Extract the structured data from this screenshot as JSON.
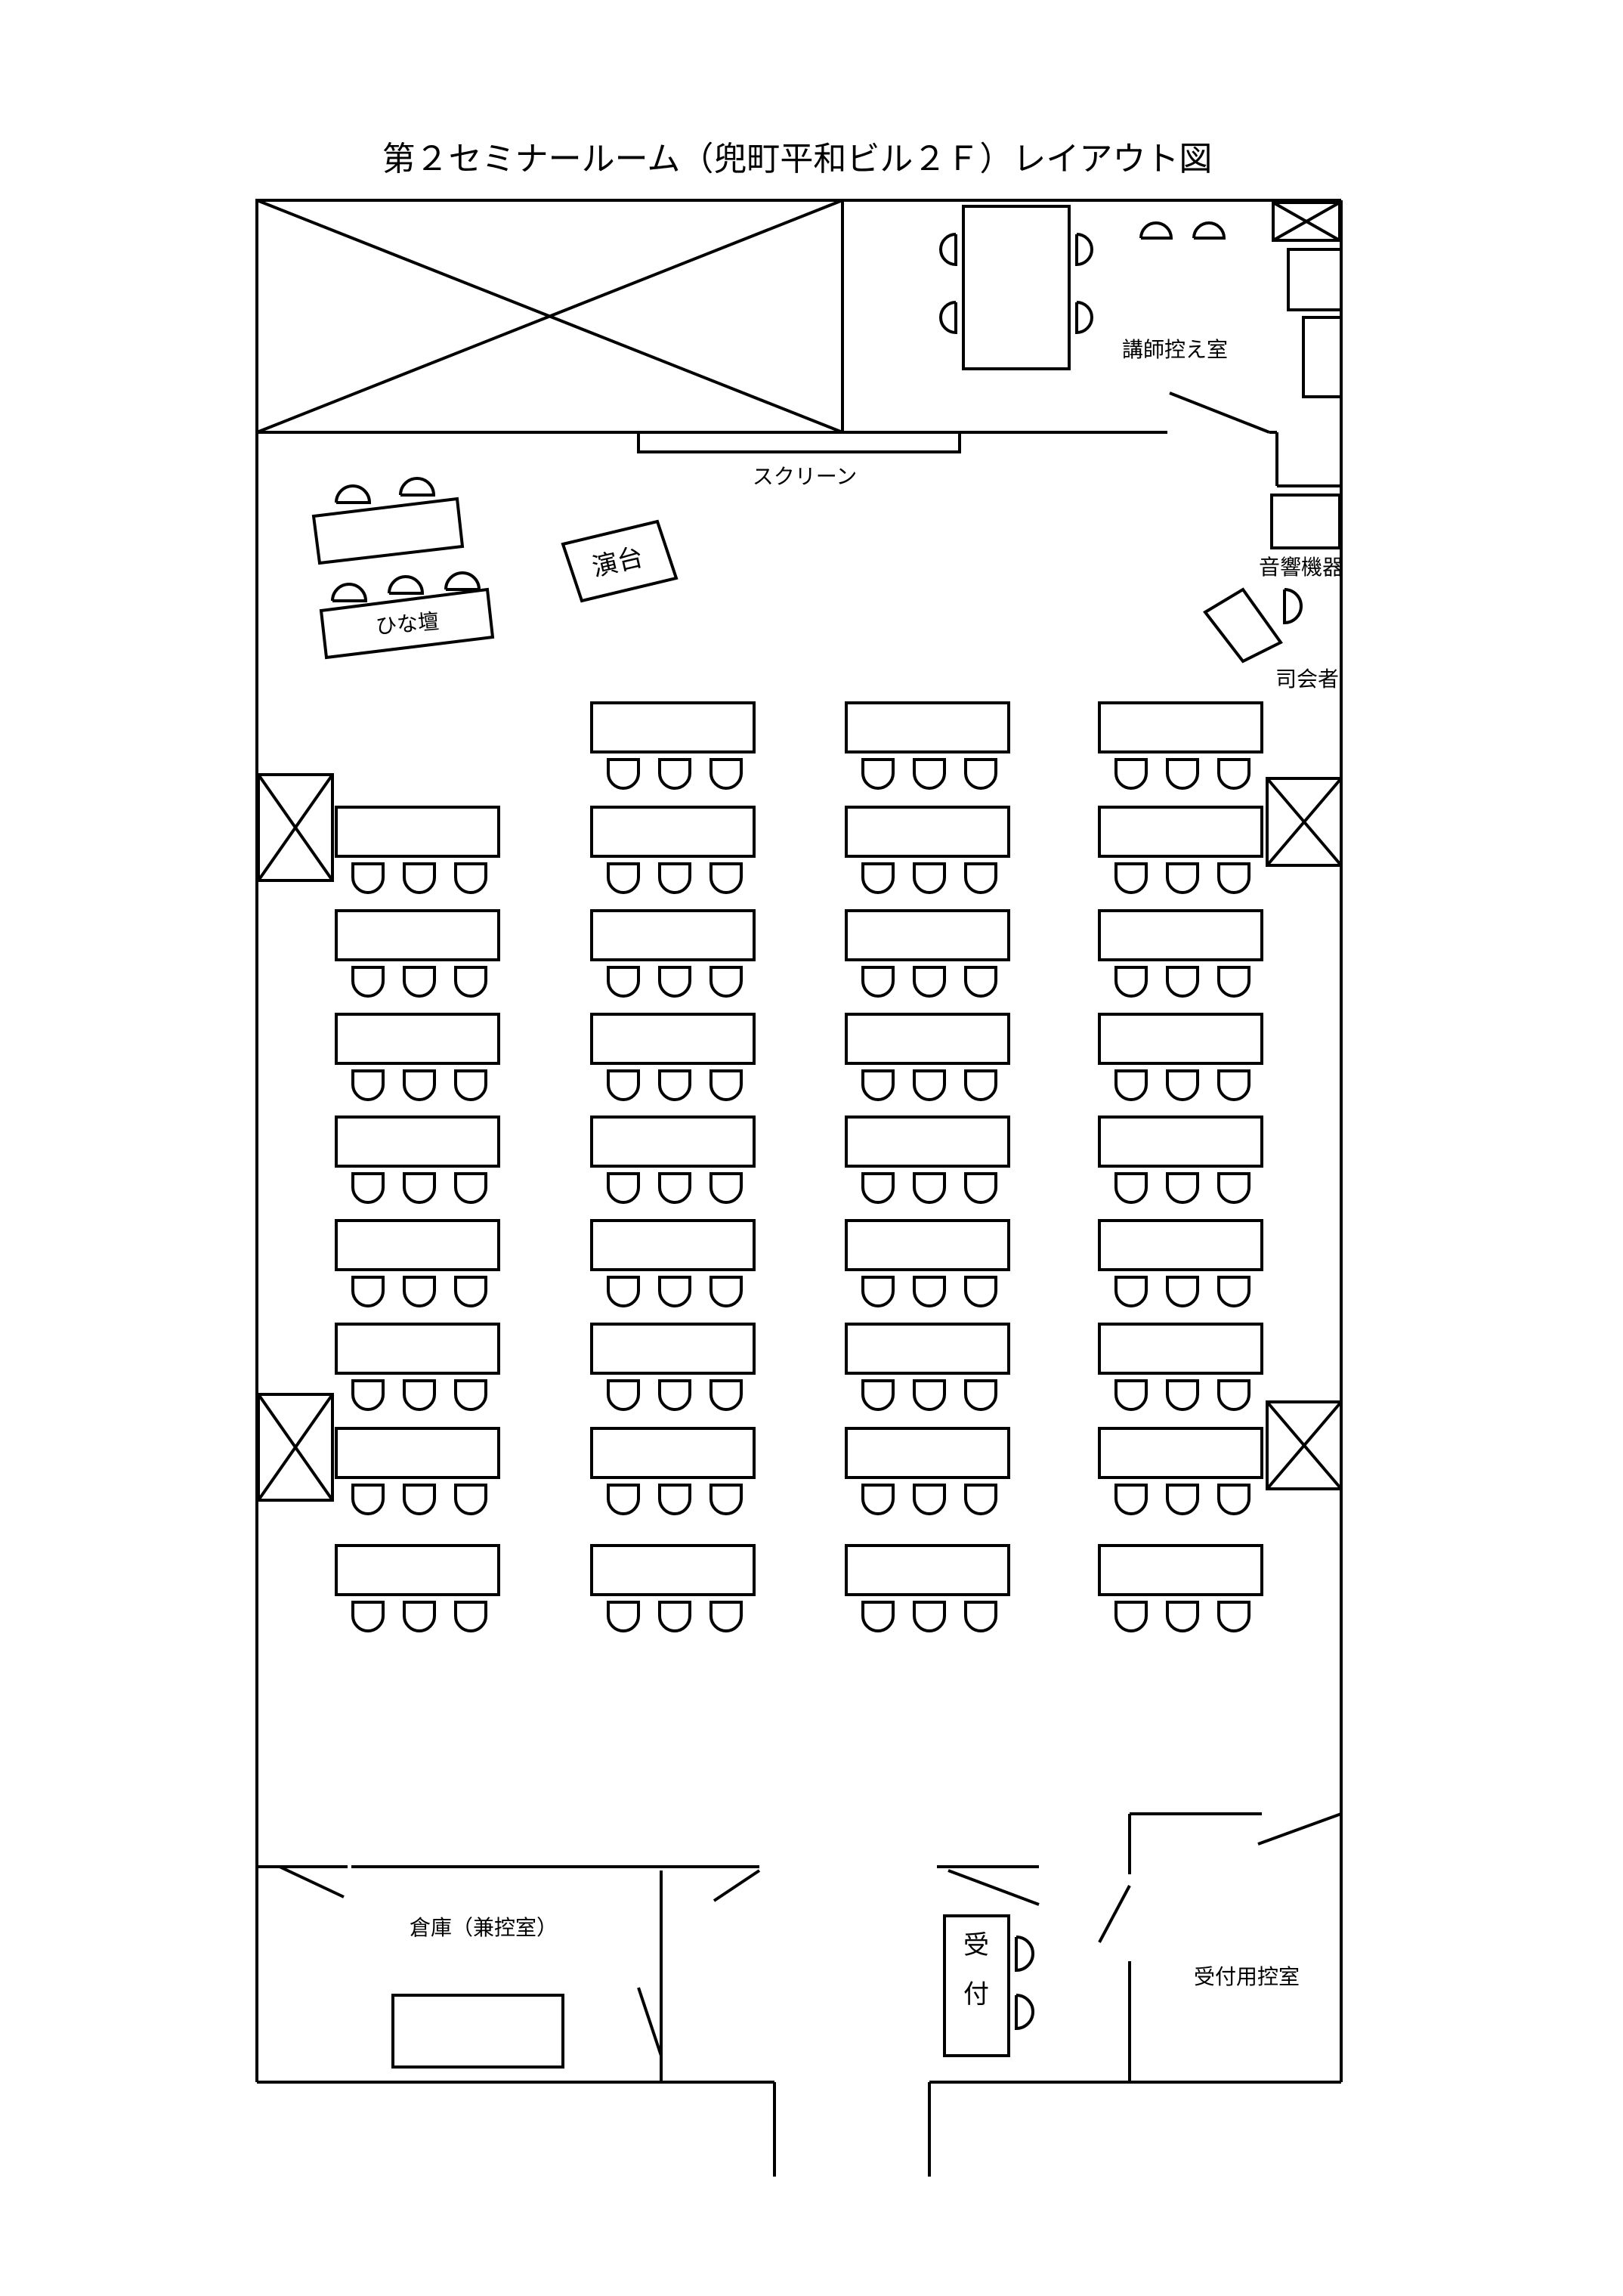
{
  "title": "第２セミナールーム（兜町平和ビル２Ｆ）レイアウト図",
  "labels": {
    "lecturer_room": "講師控え室",
    "screen": "スクリーン",
    "podium": "演台",
    "dais": "ひな壇",
    "audio_equipment": "音響機器",
    "mc": "司会者",
    "storage": "倉庫（兼控室）",
    "reception_char1": "受",
    "reception_char2": "付",
    "reception_room": "受付用控室"
  },
  "colors": {
    "line": "#000000",
    "background": "#ffffff"
  }
}
